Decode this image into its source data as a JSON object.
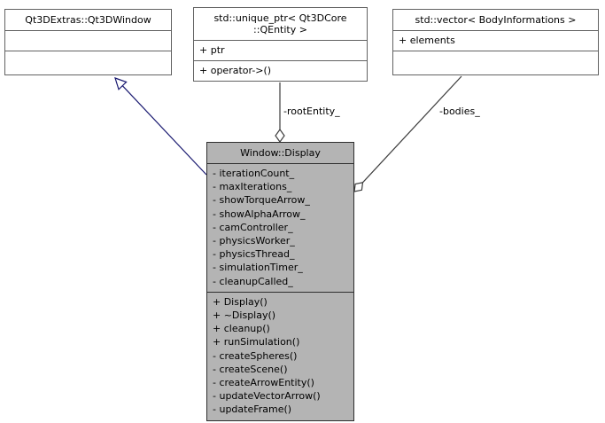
{
  "colors": {
    "inheritance_edge": "#191970",
    "aggregation_edge": "#3c3c3c",
    "highlight_fill": "#b4b4b4",
    "box_fill": "#ffffff",
    "border": "#626262"
  },
  "classes": {
    "qt3dwindow": {
      "title": "Qt3DExtras::Qt3DWindow"
    },
    "unique_ptr": {
      "title_lines": [
        "std::unique_ptr< Qt3DCore",
        "::QEntity >"
      ],
      "attributes": [
        "+ ptr"
      ],
      "methods": [
        "+ operator->()"
      ]
    },
    "vector": {
      "title": "std::vector< BodyInformations >",
      "attributes": [
        "+ elements"
      ]
    },
    "display": {
      "title": "Window::Display",
      "attributes": [
        "- iterationCount_",
        "- maxIterations_",
        "- showTorqueArrow_",
        "- showAlphaArrow_",
        "- camController_",
        "- physicsWorker_",
        "- physicsThread_",
        "- simulationTimer_",
        "- cleanupCalled_"
      ],
      "methods": [
        "+ Display()",
        "+ ~Display()",
        "+ cleanup()",
        "+ runSimulation()",
        "- createSpheres()",
        "- createScene()",
        "- createArrowEntity()",
        "- updateVectorArrow()",
        "- updateFrame()"
      ]
    }
  },
  "edges": {
    "root_entity_label": "-rootEntity_",
    "bodies_label": "-bodies_"
  }
}
